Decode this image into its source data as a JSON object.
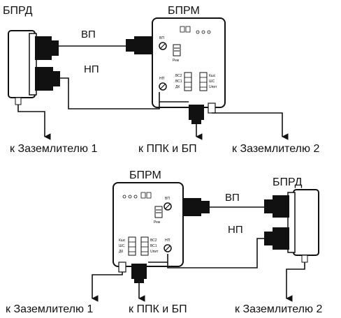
{
  "top": {
    "transmitter": "БПРД",
    "receiver": "БПРМ",
    "upper_cable": "ВП",
    "lower_cable": "НП",
    "rx_upper_port": "ВП",
    "rx_lower_port": "НП",
    "mode_label": "Реж",
    "terminals": [
      "ВС2",
      "ВС1",
      "ДК"
    ],
    "terminals_right": [
      "Кшс",
      "ШС",
      "Uпит"
    ],
    "dests": [
      "к Заземлителю 1",
      "к ППК и БП",
      "к Заземлителю 2"
    ]
  },
  "bottom": {
    "transmitter": "БПРД",
    "receiver": "БПРМ",
    "upper_cable": "ВП",
    "lower_cable": "НП",
    "rx_upper_port": "ВП",
    "rx_lower_port": "НП",
    "mode_label": "Реж",
    "terminals": [
      "ВС2",
      "ВС1",
      "Uпит"
    ],
    "terminals_left": [
      "Кшс",
      "ШС",
      "ДК"
    ],
    "dests": [
      "к Заземлителю 1",
      "к ППК и БП",
      "к Заземлителю 2"
    ]
  }
}
